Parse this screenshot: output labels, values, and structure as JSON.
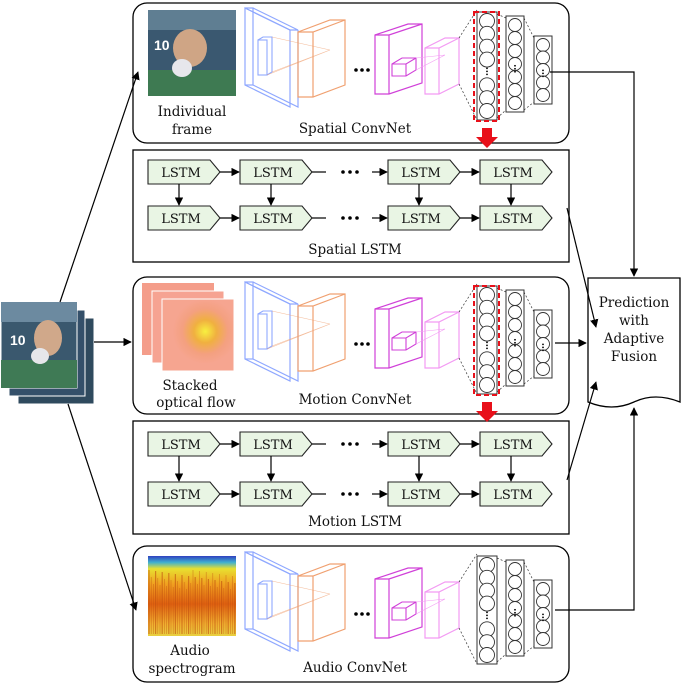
{
  "streams": {
    "spatial": {
      "input_label_1": "Individual",
      "input_label_2": "frame",
      "net_label": "Spatial ConvNet"
    },
    "motion": {
      "input_label_1": "Stacked",
      "input_label_2": "optical flow",
      "net_label": "Motion ConvNet"
    },
    "audio": {
      "input_label_1": "Audio",
      "input_label_2": "spectrogram",
      "net_label": "Audio ConvNet"
    }
  },
  "lstm": {
    "cell_label": "LSTM",
    "spatial_label": "Spatial LSTM",
    "motion_label": "Motion LSTM"
  },
  "fusion": {
    "line1": "Prediction",
    "line2": "with",
    "line3": "Adaptive",
    "line4": "Fusion"
  },
  "colors": {
    "conv_blue": "#8fa8ff",
    "conv_orange": "#f0a070",
    "conv_magenta": "#d040d8",
    "conv_pink": "#f39bf3",
    "lstm_fill": "#e9f5e4",
    "highlight_red": "#e8101a"
  },
  "icons": {
    "video_frames": "video-frames-icon",
    "flow": "optical-flow-icon",
    "spectrogram": "spectrogram-icon"
  }
}
